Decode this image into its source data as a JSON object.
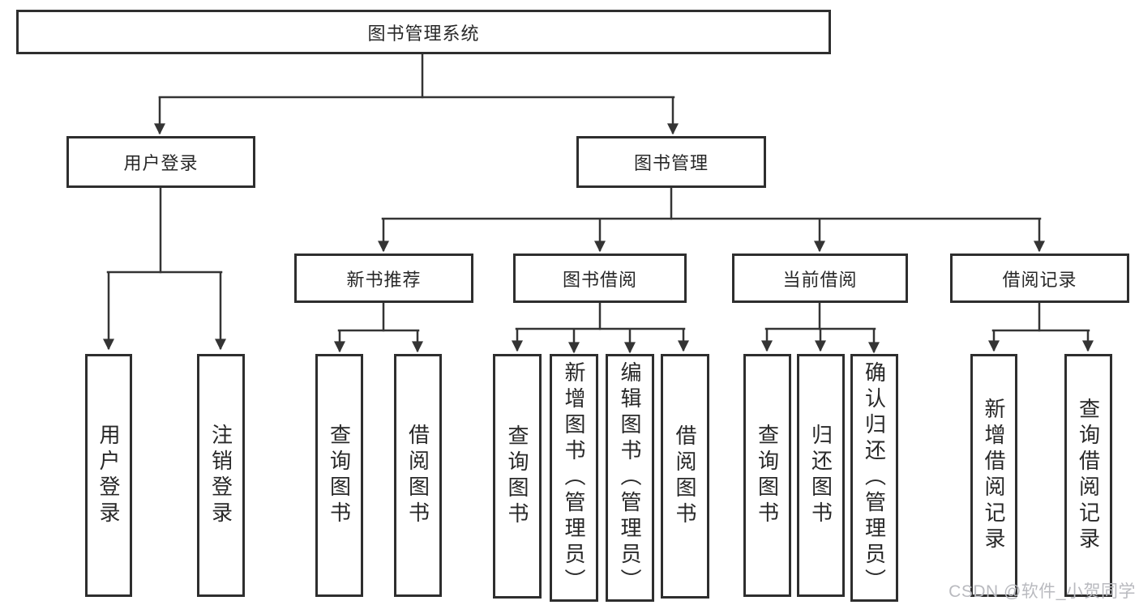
{
  "diagram": {
    "colors": {
      "background": "#ffffff",
      "line": "#343434",
      "box_border": "#2e2e2e",
      "text": "#282828",
      "watermark_text": "#b9babf"
    },
    "watermark": "CSDN @软件_小贺同学",
    "tree": {
      "root": {
        "label": "图书管理系统",
        "children": [
          {
            "label": "用户登录",
            "children": [
              {
                "label": "用户登录"
              },
              {
                "label": "注销登录"
              }
            ]
          },
          {
            "label": "图书管理",
            "children": [
              {
                "label": "新书推荐",
                "children": [
                  {
                    "label": "查询图书"
                  },
                  {
                    "label": "借阅图书"
                  }
                ]
              },
              {
                "label": "图书借阅",
                "children": [
                  {
                    "label": "查询图书"
                  },
                  {
                    "label": "新增图书（管理员）"
                  },
                  {
                    "label": "编辑图书（管理员）"
                  },
                  {
                    "label": "借阅图书"
                  }
                ]
              },
              {
                "label": "当前借阅",
                "children": [
                  {
                    "label": "查询图书"
                  },
                  {
                    "label": "归还图书"
                  },
                  {
                    "label": "确认归还（管理员）"
                  }
                ]
              },
              {
                "label": "借阅记录",
                "children": [
                  {
                    "label": "新增借阅记录"
                  },
                  {
                    "label": "查询借阅记录"
                  }
                ]
              }
            ]
          }
        ]
      }
    }
  }
}
